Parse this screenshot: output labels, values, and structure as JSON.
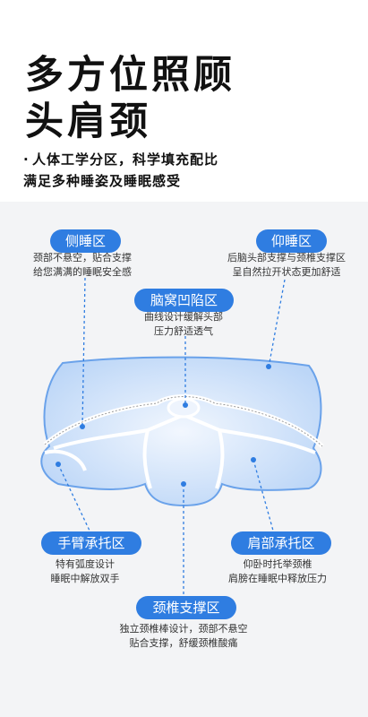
{
  "title": {
    "line1": "多方位照顾",
    "line2": "头肩颈"
  },
  "subtitle": {
    "bullet": "·",
    "line1": "人体工学分区，科学填充配比",
    "line2": "满足多种睡姿及睡眠感受"
  },
  "zones": {
    "side_sleep": {
      "label": "侧睡区",
      "desc1": "颈部不悬空，贴合支撑",
      "desc2": "给您满满的睡眠安全感"
    },
    "supine": {
      "label": "仰睡区",
      "desc1": "后脑头部支撑与颈椎支撑区",
      "desc2": "呈自然拉开状态更加舒适"
    },
    "brain_nest": {
      "label": "脑窝凹陷区",
      "desc1": "曲线设计缓解头部",
      "desc2": "压力舒适透气"
    },
    "arm_support": {
      "label": "手臂承托区",
      "desc1": "特有弧度设计",
      "desc2": "睡眠中解放双手"
    },
    "shoulder_support": {
      "label": "肩部承托区",
      "desc1": "仰卧时托举颈椎",
      "desc2": "肩膀在睡眠中释放压力"
    },
    "neck_support": {
      "label": "颈椎支撑区",
      "desc1": "独立颈椎棒设计，颈部不悬空",
      "desc2": "贴合支撑，舒缓颈椎酸痛"
    }
  },
  "colors": {
    "accent": "#2f7de1",
    "pillow_fill": "#dbe9fb",
    "pillow_edge": "#4f8fe6"
  }
}
